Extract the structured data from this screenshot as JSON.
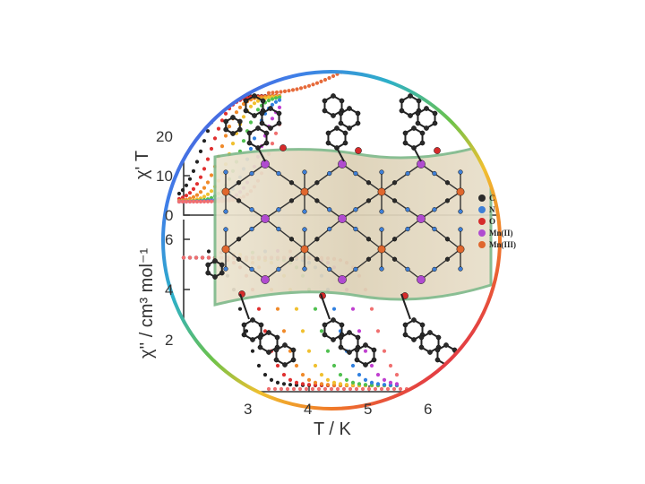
{
  "figure": {
    "legend": [
      {
        "label": "C",
        "color": "#2a2a2a"
      },
      {
        "label": "N",
        "color": "#3f7fd6"
      },
      {
        "label": "O",
        "color": "#d62b2b"
      },
      {
        "label": "Mn(II)",
        "color": "#b04bd0"
      },
      {
        "label": "Mn(III)",
        "color": "#e0672e"
      }
    ],
    "top_axis": {
      "label": "χ' T",
      "ticks": [
        "0",
        "10",
        "20"
      ]
    },
    "bottom_axis": {
      "ylabel": "χ'' / cm³ mol⁻¹",
      "yticks": [
        "2",
        "4",
        "6"
      ],
      "xlabel": "T / K",
      "xticks": [
        "3",
        "4",
        "5",
        "6"
      ]
    }
  },
  "chart_data": {
    "type": "scatter",
    "panels": [
      "top",
      "bottom"
    ],
    "xlabel": "T / K",
    "top": {
      "ylabel": "χ' T",
      "yticks": [
        0,
        10,
        20
      ]
    },
    "bottom": {
      "ylabel": "χ'' / cm³ mol⁻¹",
      "yticks": [
        2,
        4,
        6
      ],
      "xticks": [
        3,
        4,
        5,
        6
      ]
    },
    "series_colors": [
      "#222222",
      "#e03030",
      "#f08a2a",
      "#f0c030",
      "#50c050",
      "#3080e0",
      "#c040d0",
      "#f07070"
    ]
  },
  "colors": {
    "ring": [
      "#5b3fd1",
      "#3f7ee8",
      "#2db0c8",
      "#6cc24a",
      "#f0c030",
      "#f07a28",
      "#e02f4a",
      "#c23bb8"
    ],
    "band_fill": "#e6dcc6",
    "band_stroke": "#7fb98a"
  }
}
